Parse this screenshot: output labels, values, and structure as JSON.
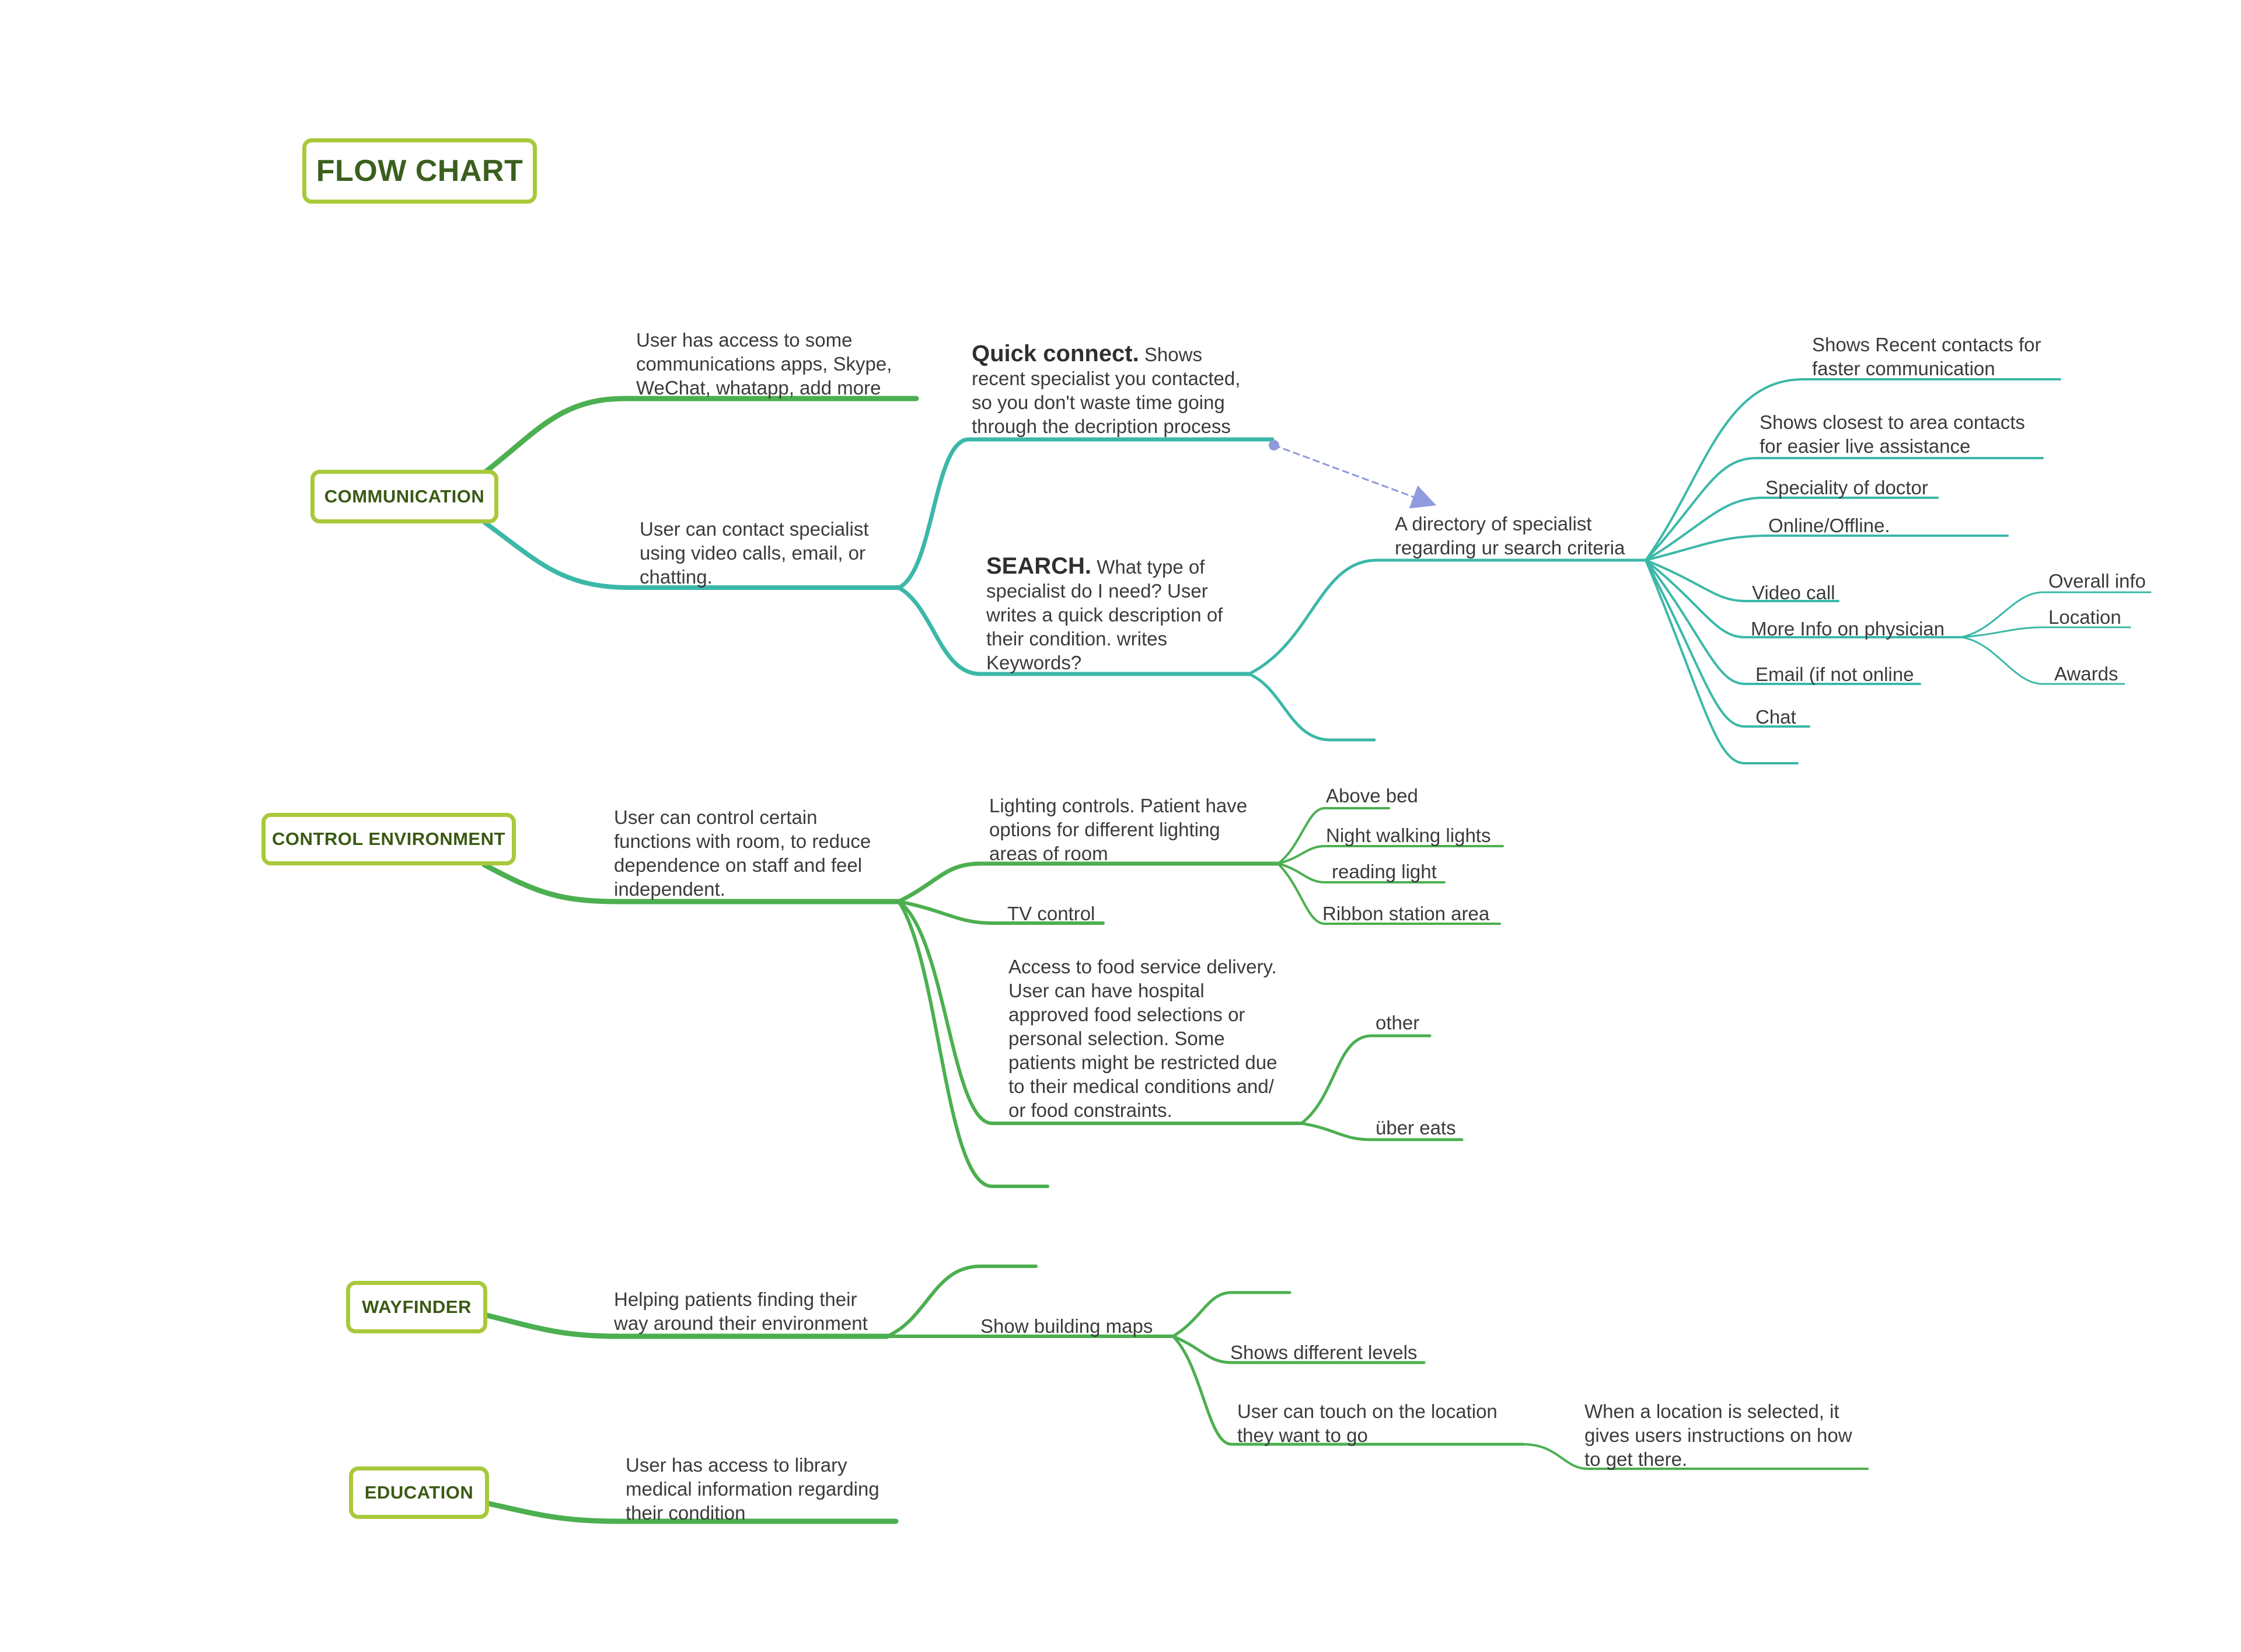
{
  "title": "FLOW CHART",
  "colors": {
    "green": "#4caf50",
    "teal": "#3bb8a8",
    "box_border": "#a8c93a",
    "dashed": "#8f9bdc"
  },
  "nodes": {
    "communication": "COMMUNICATION",
    "control_environment": "CONTROL ENVIRONMENT",
    "wayfinder": "WAYFINDER",
    "education": "EDUCATION"
  },
  "communication": {
    "apps": "User has access to some\ncommunications apps, Skype,\nWeChat, whatapp, add more",
    "contact": "User can contact specialist\nusing video calls, email, or\nchatting.",
    "quick_connect_head": "Quick connect.",
    "quick_connect_body": "  Shows\nrecent specialist you contacted,\nso you don't waste time going\nthrough the decription process",
    "search_head": "SEARCH.",
    "search_body": " What type of\nspecialist do I need?  User\nwrites a quick description of\ntheir condition.  writes\nKeywords?",
    "directory": "A directory of specialist\nregarding ur search criteria",
    "recent": "Shows Recent contacts for\nfaster communication",
    "closest": "Shows closest to area contacts\nfor easier live assistance",
    "speciality": "Speciality of doctor",
    "online": "Online/Offline.",
    "video_call": "Video call",
    "more_info": "More Info on physician",
    "email": "Email (if not online",
    "chat": "Chat",
    "overall_info": "Overall info",
    "location": "Location",
    "awards": "Awards"
  },
  "control": {
    "main": "User can control certain\nfunctions with room, to reduce\ndependence on staff and feel\nindependent.",
    "lighting": "Lighting controls.  Patient have\noptions for different lighting\nareas of room",
    "above_bed": "Above bed",
    "night": "Night walking lights",
    "reading": "reading light",
    "ribbon": "Ribbon station area",
    "tv": "TV control",
    "food": "Access to food service delivery.\nUser can have hospital\napproved food selections or\npersonal selection.  Some\npatients might be restricted due\nto their medical conditions and/\nor food constraints.",
    "other": "other",
    "uber": "über eats"
  },
  "wayfinder": {
    "main": "Helping patients finding their\nway around their environment",
    "maps": "Show building maps",
    "levels": "Shows different levels",
    "touch": "User can touch on the location\nthey want to go",
    "selected": "When a location is selected, it\ngives users instructions on how\nto get there."
  },
  "education": {
    "main": "User has access to library\nmedical information regarding\ntheir condition"
  }
}
